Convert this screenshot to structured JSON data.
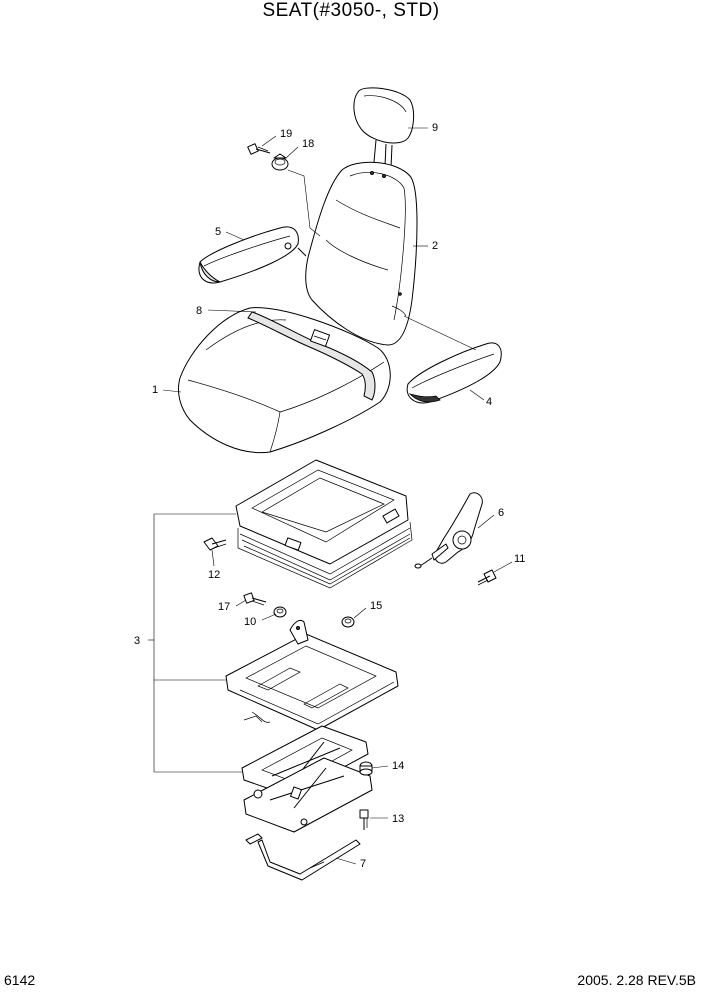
{
  "title": "SEAT(#3050-, STD)",
  "footer": {
    "page_number": "6142",
    "revision": "2005. 2.28  REV.5B"
  },
  "callouts": {
    "c1": "1",
    "c2": "2",
    "c3": "3",
    "c4": "4",
    "c5": "5",
    "c6": "6",
    "c7": "7",
    "c8": "8",
    "c9": "9",
    "c10": "10",
    "c11": "11",
    "c12": "12",
    "c13": "13",
    "c14": "14",
    "c15": "15",
    "c17": "17",
    "c18": "18",
    "c19": "19"
  }
}
